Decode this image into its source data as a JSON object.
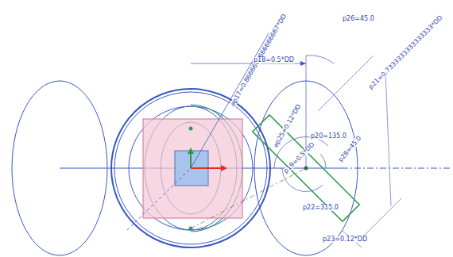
{
  "diagram": {
    "labels": [
      "⌀p17=0.8666666666666667*DD",
      "p18=0.5*DD",
      "p26=45.0",
      "p21=0.7333333333333333*DD",
      "⌀p25=0.12*DD",
      "p20=135.0",
      "p19=0.5*DD",
      "p28=45.0",
      "p22=315.0",
      "p23=0.12*DD"
    ]
  }
}
